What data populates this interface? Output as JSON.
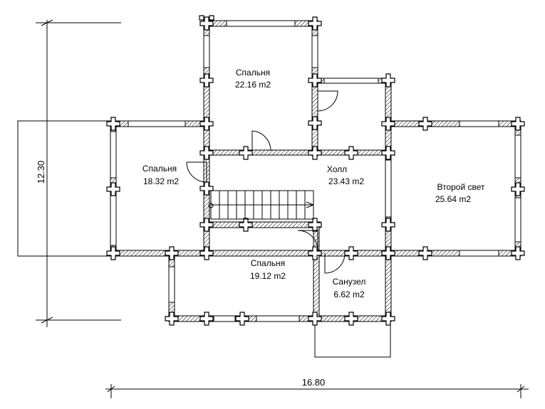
{
  "plan": {
    "rooms": [
      {
        "name": "Спальня",
        "area": "22.16 m2"
      },
      {
        "name": "Спальня",
        "area": "18.32 m2"
      },
      {
        "name": "Холл",
        "area": "23.43 m2"
      },
      {
        "name": "Второй свет",
        "area": "25.64 m2"
      },
      {
        "name": "Спальня",
        "area": "19.12 m2"
      },
      {
        "name": "Санузел",
        "area": "6.62 m2"
      }
    ],
    "dimensions": {
      "height": "12.30",
      "width": "16.80"
    }
  }
}
